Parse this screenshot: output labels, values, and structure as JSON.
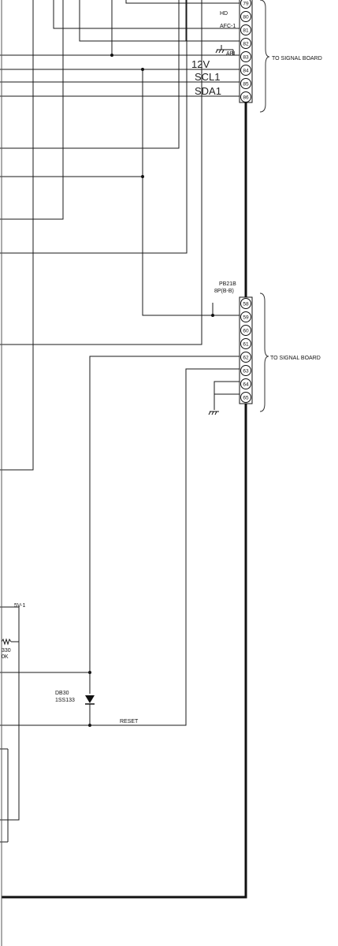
{
  "connector_top": {
    "pins": [
      "79",
      "80",
      "81",
      "82",
      "83",
      "84",
      "85",
      "86"
    ],
    "signal_labels": {
      "hd": "HD",
      "afc": "AFC-1",
      "abl": "ABL",
      "v12": "12V",
      "scl": "SCL1",
      "sda": "SDA1"
    },
    "destination": "TO SIGNAL BOARD"
  },
  "connector_bottom": {
    "ref": "PB21B",
    "type": "8P(B-B)",
    "pins": [
      "58",
      "59",
      "60",
      "61",
      "62",
      "63",
      "64",
      "65"
    ],
    "destination": "TO SIGNAL BOARD"
  },
  "components": {
    "diode_ref": "DB30",
    "diode_part": "1SS133",
    "reset_net": "RESET",
    "supply_net": "5V-1",
    "resistor_value": "330",
    "resistor_value2": "0K"
  }
}
